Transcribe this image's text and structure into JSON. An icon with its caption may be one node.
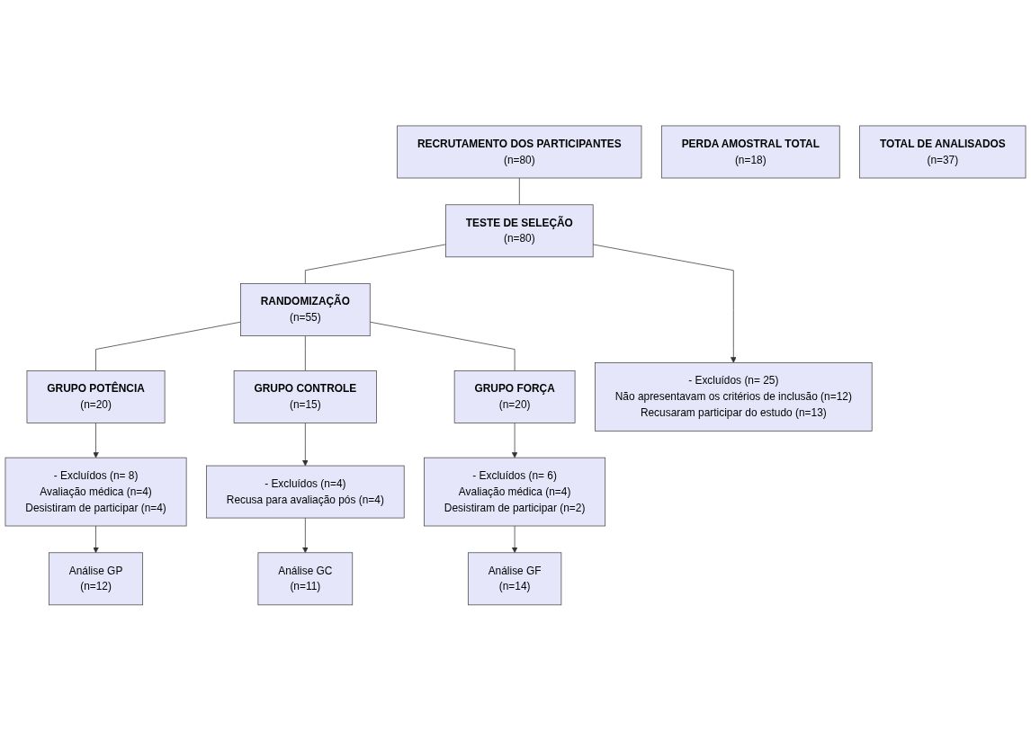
{
  "diagram": {
    "nodes": [
      {
        "text": [
          "RECRUTAMENTO DOS PARTICIPANTES",
          "(n=80)"
        ]
      },
      {
        "text": [
          "TESTE DE SELEÇÃO",
          "(n=80)"
        ]
      },
      {
        "text": [
          "- Excluídos (n= 25)",
          "Não apresentavam os critérios de inclusão (n=12)",
          "Recusaram participar do estudo (n=13)"
        ]
      },
      {
        "text": [
          "RANDOMIZAÇÃO",
          "(n=55)"
        ]
      },
      {
        "text": [
          "GRUPO POTÊNCIA",
          "(n=20)"
        ]
      },
      {
        "text": [
          "GRUPO CONTROLE",
          "(n=15)"
        ]
      },
      {
        "text": [
          "GRUPO FORÇA",
          "(n=20)"
        ]
      },
      {
        "text": [
          "PERDA AMOSTRAL TOTAL",
          "(n=18)"
        ]
      },
      {
        "text": [
          "- Excluídos (n= 8)",
          "Avaliação médica (n=4)",
          "Desistiram de participar (n=4)"
        ]
      },
      {
        "text": [
          "- Excluídos (n=4)",
          "Recusa para avaliação pós (n=4)"
        ]
      },
      {
        "text": [
          "- Excluídos (n= 6)",
          "Avaliação médica (n=4)",
          "Desistiram de participar (n=2)"
        ]
      },
      {
        "text": [
          "Análise GP",
          "(n=12)"
        ]
      },
      {
        "text": [
          "Análise GC",
          "(n=11)"
        ]
      },
      {
        "text": [
          "Análise GF",
          "(n=14)"
        ]
      },
      {
        "text": [
          "TOTAL DE ANALISADOS",
          "(n=37)"
        ]
      }
    ],
    "edges": [
      {
        "from": 0,
        "to": 1,
        "arrow": "none"
      },
      {
        "from": 1,
        "to": 2,
        "arrow": "to"
      },
      {
        "from": 1,
        "to": 3,
        "arrow": "none"
      },
      {
        "from": 3,
        "to": 4,
        "arrow": "none"
      },
      {
        "from": 3,
        "to": 5,
        "arrow": "none"
      },
      {
        "from": 3,
        "to": 6,
        "arrow": "none"
      },
      {
        "from": 4,
        "to": 8,
        "arrow": "to"
      },
      {
        "from": 5,
        "to": 9,
        "arrow": "to"
      },
      {
        "from": 6,
        "to": 10,
        "arrow": "to"
      },
      {
        "from": 8,
        "to": 11,
        "arrow": "to"
      },
      {
        "from": 9,
        "to": 12,
        "arrow": "to"
      },
      {
        "from": 10,
        "to": 13,
        "arrow": "to"
      }
    ]
  }
}
